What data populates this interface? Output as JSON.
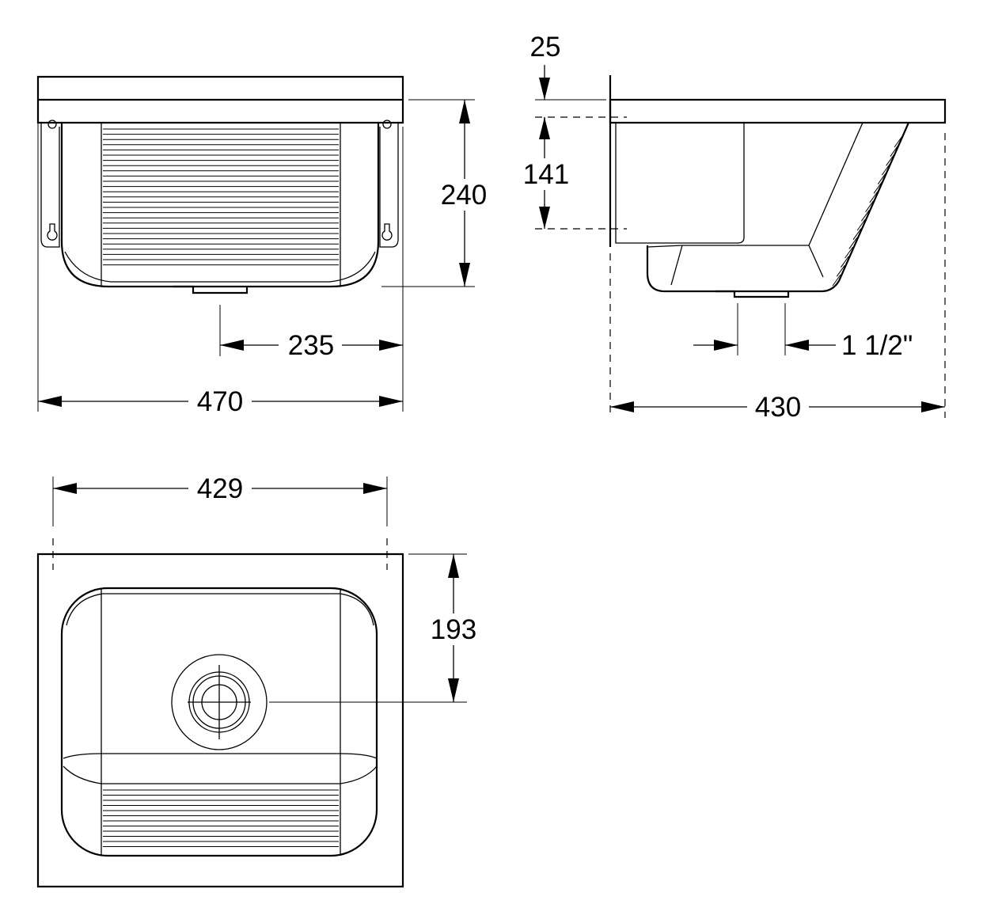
{
  "dimensions": {
    "front_total_width": "470",
    "front_half_width": "235",
    "front_height": "240",
    "side_rim_thickness": "25",
    "side_inner_depth": "141",
    "side_total_depth": "430",
    "drain_size": "1 1/2\"",
    "top_width": "429",
    "top_drain_offset": "193"
  },
  "colors": {
    "line": "#000000",
    "background": "#ffffff"
  }
}
